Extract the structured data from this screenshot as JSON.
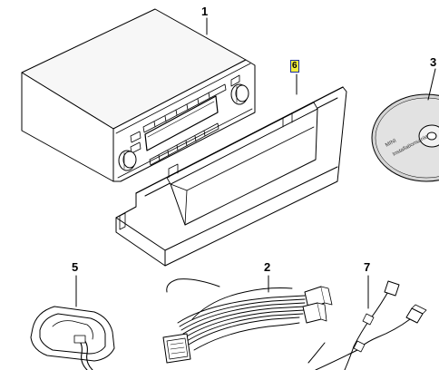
{
  "labels": {
    "part_1": "1",
    "part_2": "2",
    "part_3": "3",
    "part_5": "5",
    "part_6": "6",
    "part_7": "7"
  },
  "cd_text": {
    "line_1": "MINI",
    "line_2": "Installationsanle"
  },
  "colors": {
    "highlight_fill": "#f4ef3c",
    "highlight_border": "#1c2f9c",
    "line": "#000000"
  }
}
